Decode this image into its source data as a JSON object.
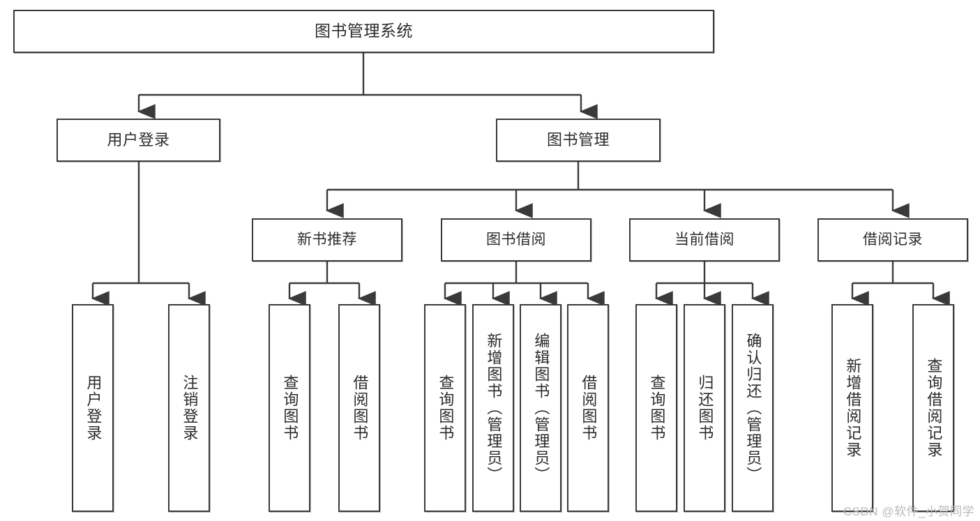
{
  "diagram": {
    "title": "图书管理系统",
    "type": "tree-hierarchy-diagram",
    "watermark": "CSDN @软件_小贺同学",
    "colors": {
      "background": "#ffffff",
      "box_border": "#3a3a3a",
      "box_fill": "#ffffff",
      "text": "#2b2b2b",
      "connector": "#3a3a3a",
      "watermark": "#b9b9b9"
    },
    "root": {
      "label": "图书管理系统"
    },
    "level2": [
      {
        "label": "用户登录"
      },
      {
        "label": "图书管理"
      }
    ],
    "level3": [
      {
        "label": "新书推荐"
      },
      {
        "label": "图书借阅"
      },
      {
        "label": "当前借阅"
      },
      {
        "label": "借阅记录"
      }
    ],
    "leaves": {
      "user_login": [
        {
          "label": "用户登录"
        },
        {
          "label": "注销登录"
        }
      ],
      "new_book_recommend": [
        {
          "label": "查询图书"
        },
        {
          "label": "借阅图书"
        }
      ],
      "book_borrow": [
        {
          "label": "查询图书"
        },
        {
          "label": "新增图书（管理员）"
        },
        {
          "label": "编辑图书（管理员）"
        },
        {
          "label": "借阅图书"
        }
      ],
      "current_borrow": [
        {
          "label": "查询图书"
        },
        {
          "label": "归还图书"
        },
        {
          "label": "确认归还（管理员）"
        }
      ],
      "borrow_record": [
        {
          "label": "新增借阅记录"
        },
        {
          "label": "查询借阅记录"
        }
      ]
    }
  }
}
